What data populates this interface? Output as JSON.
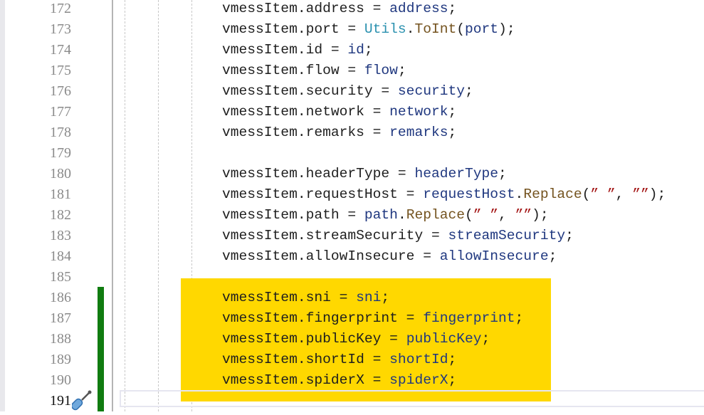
{
  "editor": {
    "current_line": 191,
    "lines": [
      {
        "n": "172",
        "tokens": [
          [
            "vmessItem.address = ",
            "plain"
          ],
          [
            "address",
            "var"
          ],
          [
            ";",
            "plain"
          ]
        ]
      },
      {
        "n": "173",
        "tokens": [
          [
            "vmessItem.port = ",
            "plain"
          ],
          [
            "Utils",
            "type"
          ],
          [
            ".",
            "plain"
          ],
          [
            "ToInt",
            "meth"
          ],
          [
            "(",
            "plain"
          ],
          [
            "port",
            "var"
          ],
          [
            ");",
            "plain"
          ]
        ]
      },
      {
        "n": "174",
        "tokens": [
          [
            "vmessItem.id = ",
            "plain"
          ],
          [
            "id",
            "var"
          ],
          [
            ";",
            "plain"
          ]
        ]
      },
      {
        "n": "175",
        "tokens": [
          [
            "vmessItem.flow = ",
            "plain"
          ],
          [
            "flow",
            "var"
          ],
          [
            ";",
            "plain"
          ]
        ]
      },
      {
        "n": "176",
        "tokens": [
          [
            "vmessItem.security = ",
            "plain"
          ],
          [
            "security",
            "var"
          ],
          [
            ";",
            "plain"
          ]
        ]
      },
      {
        "n": "177",
        "tokens": [
          [
            "vmessItem.network = ",
            "plain"
          ],
          [
            "network",
            "var"
          ],
          [
            ";",
            "plain"
          ]
        ]
      },
      {
        "n": "178",
        "tokens": [
          [
            "vmessItem.remarks = ",
            "plain"
          ],
          [
            "remarks",
            "var"
          ],
          [
            ";",
            "plain"
          ]
        ]
      },
      {
        "n": "179",
        "tokens": []
      },
      {
        "n": "180",
        "tokens": [
          [
            "vmessItem.headerType = ",
            "plain"
          ],
          [
            "headerType",
            "var"
          ],
          [
            ";",
            "plain"
          ]
        ]
      },
      {
        "n": "181",
        "tokens": [
          [
            "vmessItem.requestHost = ",
            "plain"
          ],
          [
            "requestHost",
            "var"
          ],
          [
            ".",
            "plain"
          ],
          [
            "Replace",
            "meth"
          ],
          [
            "(",
            "plain"
          ],
          [
            "” ”",
            "str"
          ],
          [
            ", ",
            "plain"
          ],
          [
            "””",
            "str"
          ],
          [
            ");",
            "plain"
          ]
        ]
      },
      {
        "n": "182",
        "tokens": [
          [
            "vmessItem.path = ",
            "plain"
          ],
          [
            "path",
            "var"
          ],
          [
            ".",
            "plain"
          ],
          [
            "Replace",
            "meth"
          ],
          [
            "(",
            "plain"
          ],
          [
            "” ”",
            "str"
          ],
          [
            ", ",
            "plain"
          ],
          [
            "””",
            "str"
          ],
          [
            ");",
            "plain"
          ]
        ]
      },
      {
        "n": "183",
        "tokens": [
          [
            "vmessItem.streamSecurity = ",
            "plain"
          ],
          [
            "streamSecurity",
            "var"
          ],
          [
            ";",
            "plain"
          ]
        ]
      },
      {
        "n": "184",
        "tokens": [
          [
            "vmessItem.allowInsecure = ",
            "plain"
          ],
          [
            "allowInsecure",
            "var"
          ],
          [
            ";",
            "plain"
          ]
        ]
      },
      {
        "n": "185",
        "tokens": []
      },
      {
        "n": "186",
        "tokens": [
          [
            "vmessItem.sni = ",
            "plain"
          ],
          [
            "sni",
            "var"
          ],
          [
            ";",
            "plain"
          ]
        ]
      },
      {
        "n": "187",
        "tokens": [
          [
            "vmessItem.fingerprint = ",
            "plain"
          ],
          [
            "fingerprint",
            "var"
          ],
          [
            ";",
            "plain"
          ]
        ]
      },
      {
        "n": "188",
        "tokens": [
          [
            "vmessItem.publicKey = ",
            "plain"
          ],
          [
            "publicKey",
            "var"
          ],
          [
            ";",
            "plain"
          ]
        ]
      },
      {
        "n": "189",
        "tokens": [
          [
            "vmessItem.shortId = ",
            "plain"
          ],
          [
            "shortId",
            "var"
          ],
          [
            ";",
            "plain"
          ]
        ]
      },
      {
        "n": "190",
        "tokens": [
          [
            "vmessItem.spiderX = ",
            "plain"
          ],
          [
            "spiderX",
            "var"
          ],
          [
            ";",
            "plain"
          ]
        ]
      },
      {
        "n": "191",
        "tokens": []
      }
    ],
    "colors": {
      "highlight": "#ffd800",
      "change_bar": "#107c10",
      "variable": "#1f377f",
      "type": "#2b91af",
      "method": "#74531f",
      "string": "#a31515"
    }
  }
}
